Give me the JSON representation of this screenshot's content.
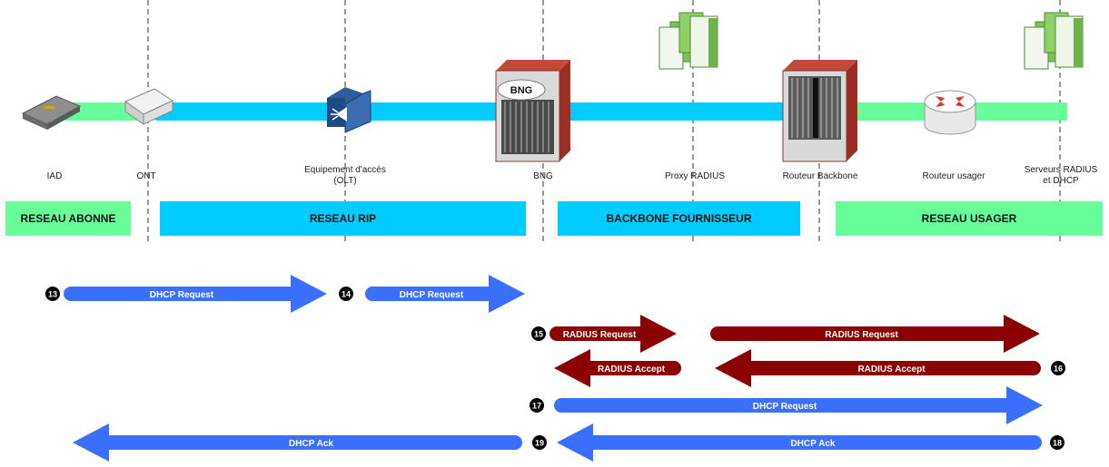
{
  "nodes": [
    {
      "id": "iad",
      "label": "IAD"
    },
    {
      "id": "ont",
      "label": "ONT"
    },
    {
      "id": "olt",
      "label": "Equipement d'accès\n(OLT)"
    },
    {
      "id": "bng",
      "label": "BNG",
      "device_text": "BNG"
    },
    {
      "id": "proxy",
      "label": "Proxy RADIUS"
    },
    {
      "id": "backbone",
      "label": "Routeur Backbone"
    },
    {
      "id": "user_router",
      "label": "Routeur usager"
    },
    {
      "id": "servers",
      "label": "Serveurs RADIUS\net DHCP"
    }
  ],
  "segments": [
    {
      "id": "abonne",
      "label": "RESEAU ABONNE",
      "color": "#66ff99"
    },
    {
      "id": "rip",
      "label": "RESEAU RIP",
      "color": "#00ccff"
    },
    {
      "id": "backbone",
      "label": "BACKBONE FOURNISSEUR",
      "color": "#00ccff"
    },
    {
      "id": "usager",
      "label": "RESEAU USAGER",
      "color": "#66ff99"
    }
  ],
  "colors": {
    "dhcp_arrow": "#3b6fff",
    "radius_arrow": "#8b0000",
    "green_link": "#66ff99",
    "blue_link": "#00ccff",
    "step_circle": "#000000"
  },
  "messages": [
    {
      "step": "13",
      "label": "DHCP Request",
      "type": "dhcp",
      "dir": "right"
    },
    {
      "step": "14",
      "label": "DHCP Request",
      "type": "dhcp",
      "dir": "right"
    },
    {
      "step": "15",
      "label": "RADIUS Request",
      "type": "radius",
      "dir": "right"
    },
    {
      "step": "",
      "label": "RADIUS Request",
      "type": "radius",
      "dir": "right"
    },
    {
      "step": "",
      "label": "RADIUS Accept",
      "type": "radius",
      "dir": "left"
    },
    {
      "step": "16",
      "label": "RADIUS Accept",
      "type": "radius",
      "dir": "left"
    },
    {
      "step": "17",
      "label": "DHCP Request",
      "type": "dhcp",
      "dir": "right"
    },
    {
      "step": "19",
      "label": "DHCP Ack",
      "type": "dhcp",
      "dir": "left"
    },
    {
      "step": "18",
      "label": "DHCP Ack",
      "type": "dhcp",
      "dir": "left"
    }
  ]
}
